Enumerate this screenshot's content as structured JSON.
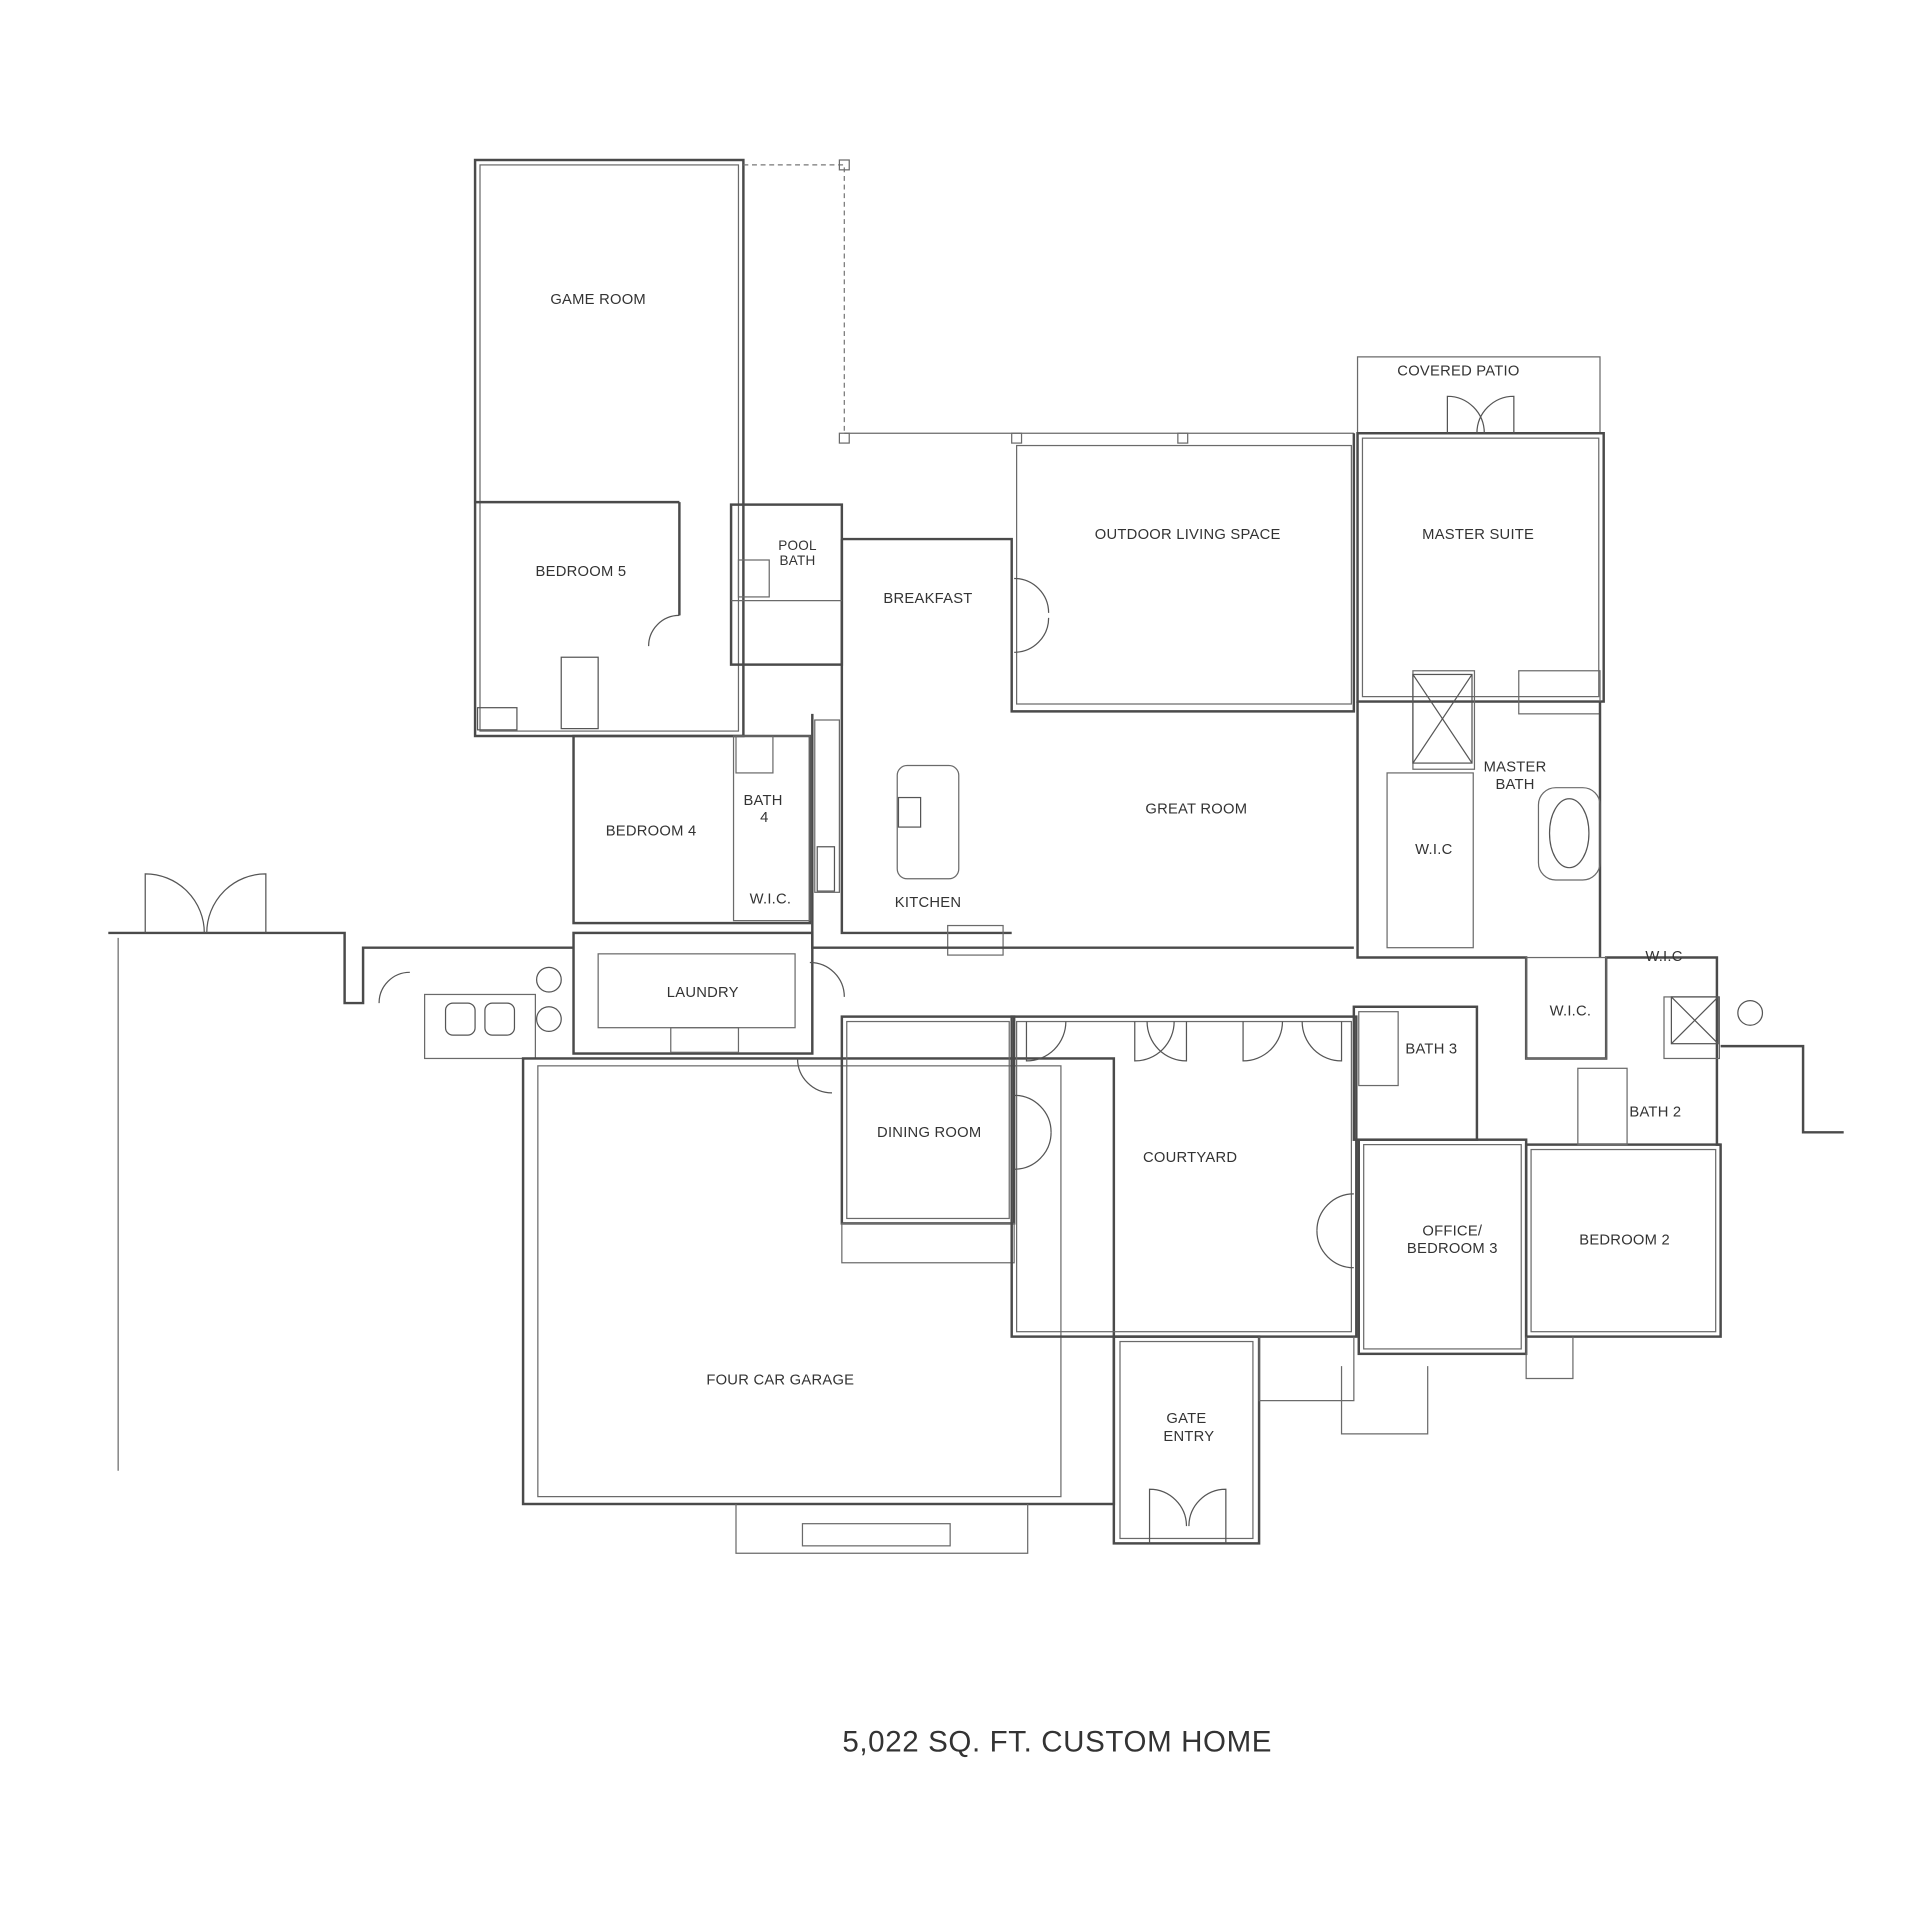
{
  "plan": {
    "title": "5,022 SQ. FT. CUSTOM HOME",
    "rooms": {
      "game_room": "GAME ROOM",
      "bedroom_5": "BEDROOM 5",
      "pool_bath_1": "POOL",
      "pool_bath_2": "BATH",
      "breakfast": "BREAKFAST",
      "outdoor_living": "OUTDOOR LIVING SPACE",
      "master_suite": "MASTER SUITE",
      "covered_patio": "COVERED PATIO",
      "master_bath_1": "MASTER",
      "master_bath_2": "BATH",
      "great_room": "GREAT ROOM",
      "bedroom_4": "BEDROOM 4",
      "bath_4_1": "BATH",
      "bath_4_2": "4",
      "wic_bed4": "W.I.C.",
      "kitchen": "KITCHEN",
      "wic_master": "W.I.C",
      "wic_master_bath": "W.I.C.",
      "wic_bed2": "W.I.C",
      "laundry": "LAUNDRY",
      "bath_3": "BATH 3",
      "bath_2": "BATH 2",
      "dining_room": "DINING ROOM",
      "courtyard": "COURTYARD",
      "office_1": "OFFICE/",
      "office_2": "BEDROOM 3",
      "bedroom_2": "BEDROOM 2",
      "garage": "FOUR CAR GARAGE",
      "gate_entry_1": "GATE",
      "gate_entry_2": "ENTRY"
    }
  }
}
